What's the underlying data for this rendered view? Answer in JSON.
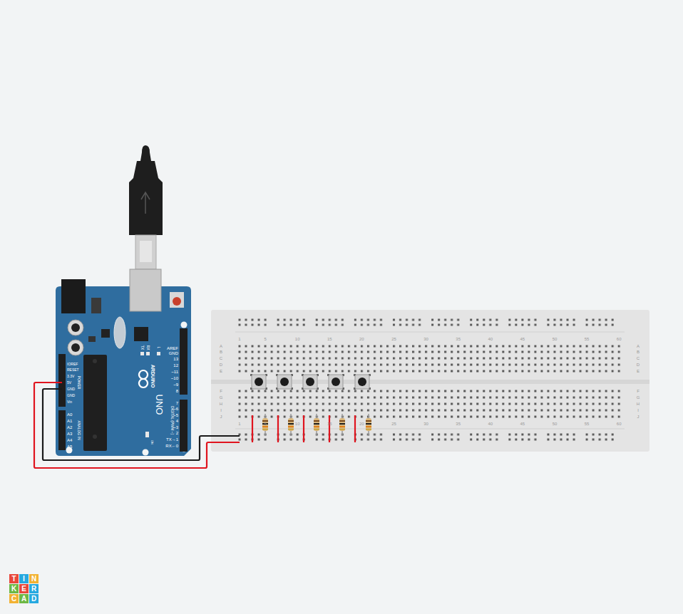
{
  "diagram": {
    "labels": [
      "AREF",
      "GND",
      "13",
      "12",
      "~11",
      "~10",
      "~9",
      "8",
      "7",
      "~6",
      "~5",
      "4",
      "~3",
      "2",
      "TX→1",
      "RX←0",
      "IOREF",
      "RESET",
      "3.3V",
      "5V",
      "GND",
      "GND",
      "Vin",
      "A0",
      "A1",
      "A2",
      "A3",
      "A4",
      "A5",
      "POWER",
      "ANALOG IN",
      "DIGITAL (PWM ~)",
      "ARDUINO",
      "UNO",
      "TX",
      "RX",
      "L",
      "ON",
      "1",
      "5",
      "10",
      "15",
      "20",
      "25",
      "30",
      "35",
      "40",
      "45",
      "50",
      "55",
      "60",
      "1",
      "5",
      "10",
      "15",
      "20",
      "25",
      "30",
      "35",
      "40",
      "45",
      "50",
      "55",
      "60",
      "A",
      "B",
      "C",
      "D",
      "E",
      "F",
      "G",
      "H",
      "I",
      "J",
      "A",
      "B",
      "C",
      "D",
      "E",
      "F",
      "G",
      "H",
      "I",
      "J",
      "T",
      "I",
      "N",
      "K",
      "E",
      "R",
      "C",
      "A",
      "D"
    ]
  }
}
